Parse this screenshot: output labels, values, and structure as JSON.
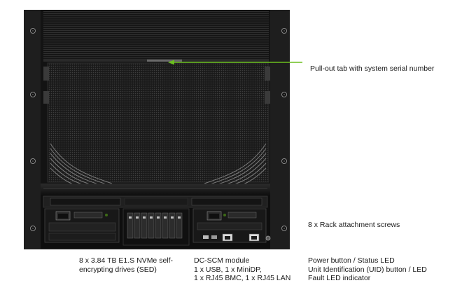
{
  "callouts": {
    "serial_tab": "Pull-out tab with system serial number",
    "rack_screws": "8 x Rack attachment screws",
    "drives": [
      "8 x 3.84 TB E1.S NVMe self-",
      "encrypting drives (SED)"
    ],
    "dcscm": [
      "DC-SCM module",
      "1 x USB, 1 x MiniDP,",
      "1 x RJ45 BMC, 1 x RJ45 LAN"
    ],
    "buttons": [
      "Power button / Status LED",
      "Unit Identification (UID) button / LED",
      "Fault LED indicator"
    ]
  },
  "colors": {
    "leader_line": "#6bbf1f",
    "chassis": "#141414",
    "rack_ears": "#1e1e1e",
    "background": "#ffffff"
  },
  "icons": [
    "rack-screw-icon",
    "usb-port-icon",
    "rj45-port-icon",
    "minidp-port-icon",
    "power-button-icon"
  ]
}
